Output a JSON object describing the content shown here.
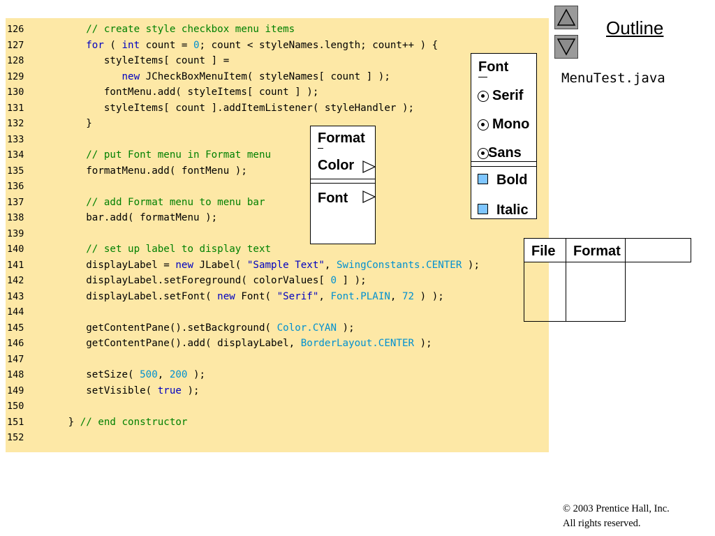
{
  "nav": {
    "up_icon": "triangle-up-icon",
    "down_icon": "triangle-down-icon"
  },
  "outline": {
    "title": "Outline",
    "file_name": "MenuTest.java"
  },
  "code": {
    "lines": [
      {
        "num": "126",
        "segments": [
          {
            "t": "      ",
            "c": "plain"
          },
          {
            "t": "// create style checkbox menu items",
            "c": "comment"
          }
        ]
      },
      {
        "num": "127",
        "segments": [
          {
            "t": "      ",
            "c": "plain"
          },
          {
            "t": "for",
            "c": "kw"
          },
          {
            "t": " ( ",
            "c": "plain"
          },
          {
            "t": "int",
            "c": "kw"
          },
          {
            "t": " count = ",
            "c": "plain"
          },
          {
            "t": "0",
            "c": "lit"
          },
          {
            "t": "; count < styleNames.length; count++ ) {",
            "c": "plain"
          }
        ]
      },
      {
        "num": "128",
        "segments": [
          {
            "t": "         styleItems[ count ] =",
            "c": "plain"
          }
        ]
      },
      {
        "num": "129",
        "segments": [
          {
            "t": "            ",
            "c": "plain"
          },
          {
            "t": "new",
            "c": "kw"
          },
          {
            "t": " JCheckBoxMenuItem( styleNames[ count ] );",
            "c": "plain"
          }
        ]
      },
      {
        "num": "130",
        "segments": [
          {
            "t": "         fontMenu.add( styleItems[ count ] );",
            "c": "plain"
          }
        ]
      },
      {
        "num": "131",
        "segments": [
          {
            "t": "         styleItems[ count ].addItemListener( styleHandler );",
            "c": "plain"
          }
        ]
      },
      {
        "num": "132",
        "segments": [
          {
            "t": "      }",
            "c": "plain"
          }
        ]
      },
      {
        "num": "133",
        "segments": []
      },
      {
        "num": "134",
        "segments": [
          {
            "t": "      ",
            "c": "plain"
          },
          {
            "t": "// put Font menu in Format menu",
            "c": "comment"
          }
        ]
      },
      {
        "num": "135",
        "segments": [
          {
            "t": "      formatMenu.add( fontMenu );",
            "c": "plain"
          }
        ]
      },
      {
        "num": "136",
        "segments": []
      },
      {
        "num": "137",
        "segments": [
          {
            "t": "      ",
            "c": "plain"
          },
          {
            "t": "// add Format menu to menu bar",
            "c": "comment"
          }
        ]
      },
      {
        "num": "138",
        "segments": [
          {
            "t": "      bar.add( formatMenu );",
            "c": "plain"
          }
        ]
      },
      {
        "num": "139",
        "segments": []
      },
      {
        "num": "140",
        "segments": [
          {
            "t": "      ",
            "c": "plain"
          },
          {
            "t": "// set up label to display text",
            "c": "comment"
          }
        ]
      },
      {
        "num": "141",
        "segments": [
          {
            "t": "      displayLabel = ",
            "c": "plain"
          },
          {
            "t": "new",
            "c": "kw"
          },
          {
            "t": " JLabel( ",
            "c": "plain"
          },
          {
            "t": "\"Sample Text\"",
            "c": "str"
          },
          {
            "t": ", ",
            "c": "plain"
          },
          {
            "t": "SwingConstants.CENTER",
            "c": "lit"
          },
          {
            "t": " );",
            "c": "plain"
          }
        ]
      },
      {
        "num": "142",
        "segments": [
          {
            "t": "      displayLabel.setForeground( colorValues[ ",
            "c": "plain"
          },
          {
            "t": "0",
            "c": "lit"
          },
          {
            "t": " ] );",
            "c": "plain"
          }
        ]
      },
      {
        "num": "143",
        "segments": [
          {
            "t": "      displayLabel.setFont( ",
            "c": "plain"
          },
          {
            "t": "new",
            "c": "kw"
          },
          {
            "t": " Font( ",
            "c": "plain"
          },
          {
            "t": "\"Serif\"",
            "c": "str"
          },
          {
            "t": ", ",
            "c": "plain"
          },
          {
            "t": "Font.PLAIN",
            "c": "lit"
          },
          {
            "t": ", ",
            "c": "plain"
          },
          {
            "t": "72",
            "c": "lit"
          },
          {
            "t": " ) );",
            "c": "plain"
          }
        ]
      },
      {
        "num": "144",
        "segments": []
      },
      {
        "num": "145",
        "segments": [
          {
            "t": "      getContentPane().setBackground( ",
            "c": "plain"
          },
          {
            "t": "Color.CYAN",
            "c": "lit"
          },
          {
            "t": " );",
            "c": "plain"
          }
        ]
      },
      {
        "num": "146",
        "segments": [
          {
            "t": "      getContentPane().add( displayLabel, ",
            "c": "plain"
          },
          {
            "t": "BorderLayout.CENTER",
            "c": "lit"
          },
          {
            "t": " );",
            "c": "plain"
          }
        ]
      },
      {
        "num": "147",
        "segments": []
      },
      {
        "num": "148",
        "segments": [
          {
            "t": "      setSize( ",
            "c": "plain"
          },
          {
            "t": "500",
            "c": "lit"
          },
          {
            "t": ", ",
            "c": "plain"
          },
          {
            "t": "200",
            "c": "lit"
          },
          {
            "t": " );",
            "c": "plain"
          }
        ]
      },
      {
        "num": "149",
        "segments": [
          {
            "t": "      setVisible( ",
            "c": "plain"
          },
          {
            "t": "true",
            "c": "kw"
          },
          {
            "t": " );",
            "c": "plain"
          }
        ]
      },
      {
        "num": "150",
        "segments": []
      },
      {
        "num": "151",
        "segments": [
          {
            "t": "   } ",
            "c": "plain"
          },
          {
            "t": "// end constructor",
            "c": "comment"
          }
        ]
      },
      {
        "num": "152",
        "segments": []
      }
    ]
  },
  "format_menu": {
    "title": "Format",
    "items": [
      "Color",
      "Font"
    ]
  },
  "font_menu": {
    "title": "Font",
    "fonts": [
      "Serif",
      "Mono",
      "Sans"
    ],
    "styles": [
      "Bold",
      "Italic"
    ]
  },
  "menu_bar": {
    "items": [
      "File",
      "Format"
    ]
  },
  "footer": {
    "copyright_symbol": "©",
    "copyright": " 2003 Prentice Hall, Inc.",
    "rights": "All rights reserved."
  }
}
